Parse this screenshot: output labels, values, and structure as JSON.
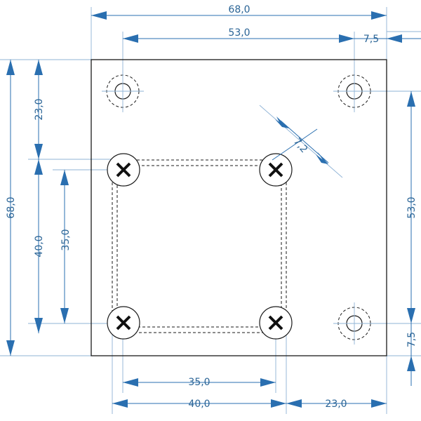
{
  "colors": {
    "dimension": "#2a6fb0",
    "extension": "#8fb3d6",
    "outline": "#1a1a1a"
  },
  "dimensions": {
    "top_overall": "68,0",
    "top_hole_spacing": "53,0",
    "top_offset": "7,5",
    "left_overall": "68,0",
    "left_top_offset": "23,0",
    "left_screw_spacing_outer": "40,0",
    "left_screw_spacing_inner": "35,0",
    "right_hole_spacing": "53,0",
    "right_offset": "7,5",
    "bottom_screw_spacing_inner": "35,0",
    "bottom_screw_spacing_outer": "40,0",
    "bottom_offset": "23,0",
    "diagonal": "7,2"
  }
}
